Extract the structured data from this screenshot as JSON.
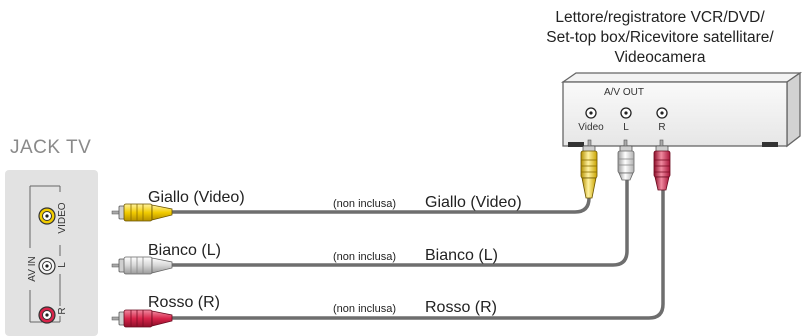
{
  "device": {
    "title_lines": [
      "Lettore/registratore VCR/DVD/",
      "Set-top box/Ricevitore satellitare/",
      "Videocamera"
    ],
    "av_out_label": "A/V OUT",
    "port_labels": [
      "Video",
      "L",
      "R"
    ]
  },
  "tv": {
    "title": "JACK TV",
    "group_label": "AV IN",
    "port_labels": [
      "VIDEO",
      "L",
      "R"
    ]
  },
  "cables": [
    {
      "left_label": "Giallo (Video)",
      "middle_label": "(non inclusa)",
      "right_label": "Giallo (Video)",
      "color": "#f2cc00"
    },
    {
      "left_label": "Bianco (L)",
      "middle_label": "(non inclusa)",
      "right_label": "Bianco (L)",
      "color": "#d8d8d8"
    },
    {
      "left_label": "Rosso (R)",
      "middle_label": "(non inclusa)",
      "right_label": "Rosso (R)",
      "color": "#d8244a"
    }
  ],
  "colors": {
    "wire": "#6e6e6e",
    "tv_panel": "#e2e2e2",
    "yellow": "#f2cc00",
    "white": "#d8d8d8",
    "red": "#d8244a"
  }
}
